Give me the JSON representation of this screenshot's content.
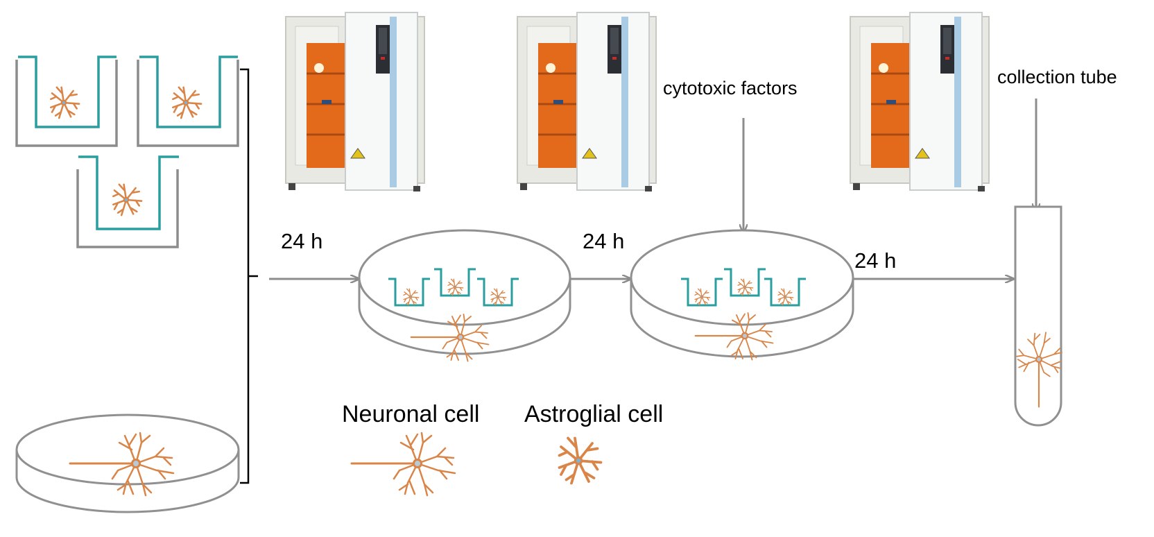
{
  "labels": {
    "step1_time": "24 h",
    "step2_time": "24 h",
    "step3_time": "24 h",
    "cytotoxic": "cytotoxic factors",
    "collection": "collection tube",
    "legend_neuronal": "Neuronal cell",
    "legend_astroglial": "Astroglial cell"
  },
  "colors": {
    "line_gray": "#8c8c8c",
    "dish_gray": "#909090",
    "insert_teal": "#2a9d9f",
    "cell_orange": "#d98548",
    "incubator_orange": "#e36a1a",
    "nucleus": "#7fb3d5"
  },
  "icons": [
    "incubator-icon",
    "transwell-insert-icon",
    "petri-dish-icon",
    "neuron-icon",
    "astrocyte-icon",
    "collection-tube-icon",
    "arrow-icon",
    "bracket-icon"
  ]
}
